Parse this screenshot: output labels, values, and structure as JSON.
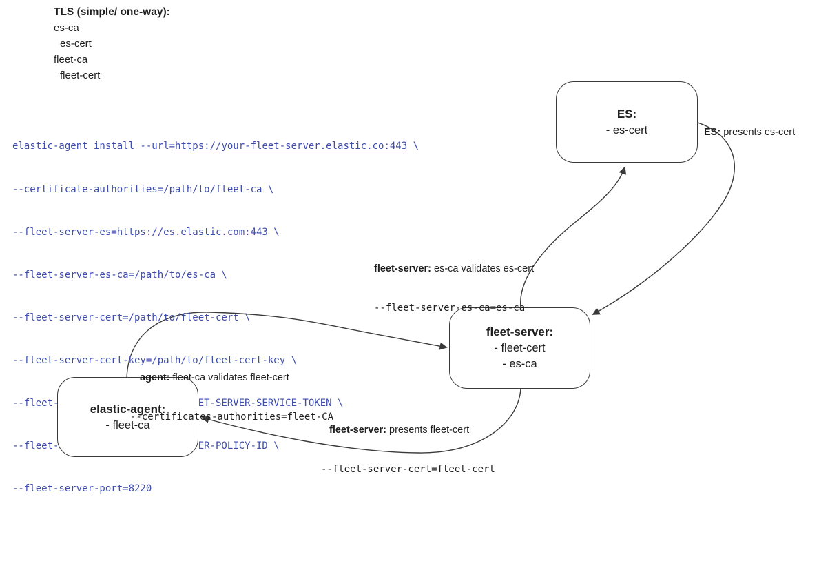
{
  "colors": {
    "command_text": "#3e4cab",
    "diagram_stroke": "#3a3a3a",
    "label_text": "#1f1f1f",
    "background": "#ffffff"
  },
  "legend": {
    "title": "TLS (simple/ one-way):",
    "items": [
      {
        "label": "es-ca"
      },
      {
        "label": "es-cert"
      },
      {
        "label": "fleet-ca"
      },
      {
        "label": "fleet-cert"
      }
    ]
  },
  "command": {
    "line1": {
      "before": "elastic-agent install --url=",
      "url": "https://your-fleet-server.elastic.co:443",
      "after": " \\"
    },
    "line2": "--certificate-authorities=/path/to/fleet-ca \\",
    "line3": {
      "before": "--fleet-server-es=",
      "url": "https://es.elastic.com:443",
      "after": " \\"
    },
    "line4": "--fleet-server-es-ca=/path/to/es-ca \\",
    "line5": "--fleet-server-cert=/path/to/fleet-cert \\",
    "line6": "--fleet-server-cert-key=/path/to/fleet-cert-key \\",
    "line7": "--fleet-server-service-token=FLEET-SERVER-SERVICE-TOKEN \\",
    "line8": "--fleet-server-policy=FLEET-SERVER-POLICY-ID \\",
    "line9": "--fleet-server-port=8220"
  },
  "nodes": {
    "es": {
      "title": "ES:",
      "items": [
        "- es-cert"
      ]
    },
    "fleet_server": {
      "title": "fleet-server:",
      "items": [
        "- fleet-cert",
        "- es-ca"
      ]
    },
    "elastic_agent": {
      "title": "elastic-agent:",
      "items": [
        "- fleet-ca"
      ]
    }
  },
  "edge_labels": {
    "es_presents": {
      "bold": "ES:",
      "rest": " presents es-cert"
    },
    "fleet_validates": {
      "bold": "fleet-server:",
      "rest": " es-ca validates es-cert",
      "code": "--fleet-server-es-ca=es-ca"
    },
    "agent_validates": {
      "bold": "agent:",
      "rest": " fleet-ca validates fleet-cert",
      "code": "--certificates-authorities=fleet-CA"
    },
    "fleet_presents": {
      "bold": "fleet-server:",
      "rest": " presents fleet-cert",
      "code": "--fleet-server-cert=fleet-cert"
    }
  }
}
